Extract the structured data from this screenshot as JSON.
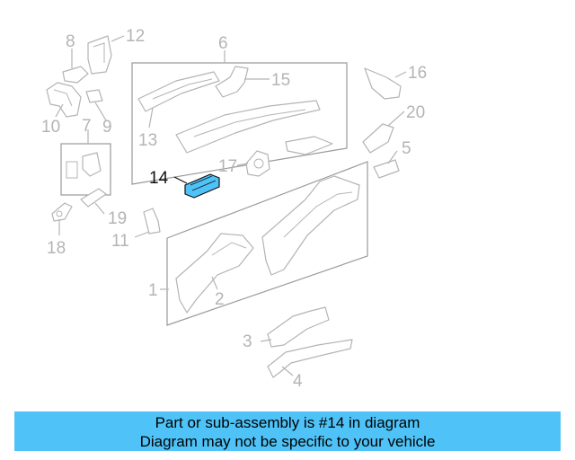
{
  "callouts": {
    "c1": "1",
    "c2": "2",
    "c3": "3",
    "c4": "4",
    "c5": "5",
    "c6": "6",
    "c7": "7",
    "c8": "8",
    "c9": "9",
    "c10": "10",
    "c11": "11",
    "c12": "12",
    "c13": "13",
    "c14": "14",
    "c15": "15",
    "c16": "16",
    "c17": "17",
    "c18": "18",
    "c19": "19",
    "c20": "20"
  },
  "highlight": {
    "part": "14",
    "color": "#4fc3f7"
  },
  "banner": {
    "line1": "Part or sub-assembly is #14 in diagram",
    "line2": "Diagram may not be specific to your vehicle",
    "background": "#4fc3f7"
  }
}
